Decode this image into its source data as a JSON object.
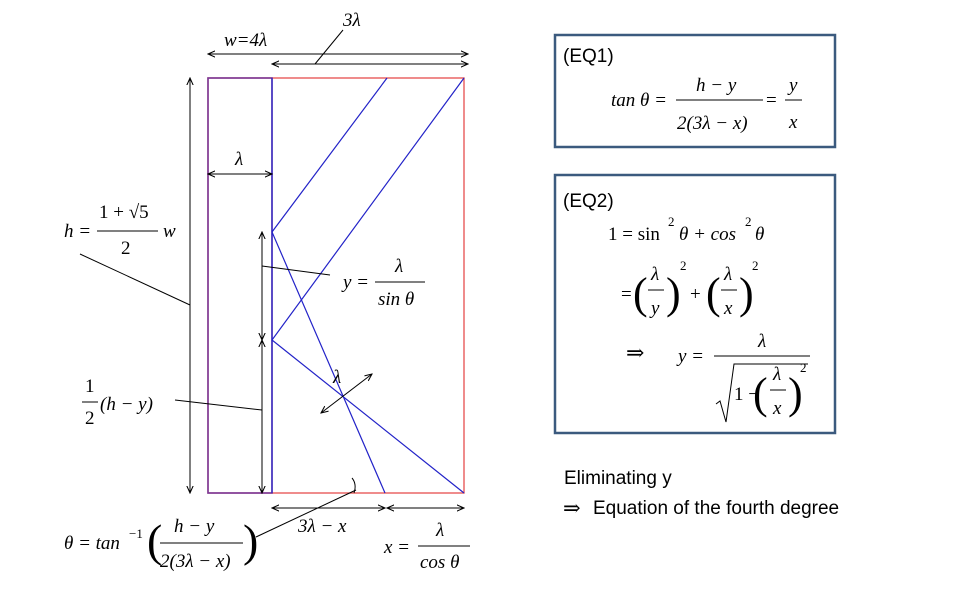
{
  "diagram": {
    "labels": {
      "w": "w=4λ",
      "three_lambda": "3λ",
      "lambda": "λ",
      "h_lhs": "h =",
      "h_num": "1 + √5",
      "h_den": "2",
      "h_w": "w",
      "y_lhs": "y =",
      "y_num": "λ",
      "y_den": "sin θ",
      "half_num": "1",
      "half_den": "2",
      "half_expr": "(h − y)",
      "lambda_diag": "λ",
      "theta_lhs": "θ = tan",
      "theta_sup": "−1",
      "theta_num": "h − y",
      "theta_den": "2(3λ − x)",
      "three_lambda_minus_x": "3λ − x",
      "x_lhs": "x =",
      "x_num": "λ",
      "x_den": "cos θ"
    }
  },
  "eq1": {
    "label": "(EQ1)",
    "lhs": "tan θ =",
    "num": "h − y",
    "den": "2(3λ − x)",
    "eq": "=",
    "num2": "y",
    "den2": "x"
  },
  "eq2": {
    "label": "(EQ2)",
    "line1": "1 = sin",
    "sq": "2",
    "theta1": "θ + cos",
    "theta2": "θ",
    "eq": "=",
    "lam": "λ",
    "y": "y",
    "x": "x",
    "plus": "+",
    "implies": "⇒",
    "y_lhs": "y =",
    "one_minus": "1 −"
  },
  "conclusion": {
    "line1": "Eliminating y",
    "implies": "⇒",
    "line2": "Equation of the fourth degree"
  },
  "colors": {
    "blue": "#2323c8",
    "red": "#e85a5a",
    "purple": "#7a3a9a",
    "box_border": "#3b5a7e"
  }
}
